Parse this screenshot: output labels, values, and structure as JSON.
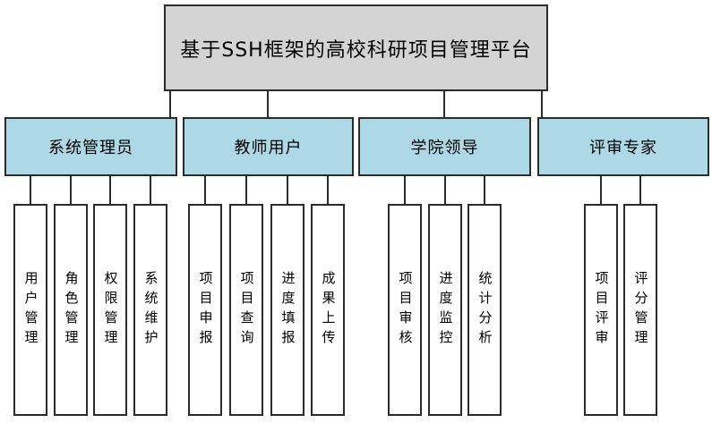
{
  "diagram": {
    "title": "基于SSH框架的高校科研项目管理平台",
    "groups": [
      {
        "label": "系统管理员",
        "children": [
          "用户管理",
          "角色管理",
          "权限管理",
          "系统维护"
        ]
      },
      {
        "label": "教师用户",
        "children": [
          "项目申报",
          "项目查询",
          "进度填报",
          "成果上传"
        ]
      },
      {
        "label": "学院领导",
        "children": [
          "项目审核",
          "进度监控",
          "统计分析"
        ]
      },
      {
        "label": "评审专家",
        "children": [
          "项目评审",
          "评分管理"
        ]
      }
    ],
    "colors": {
      "root_fill": "#d4d4d4",
      "group_fill": "#add8e6",
      "leaf_fill": "#ffffff",
      "line": "#2b2b2b"
    }
  }
}
